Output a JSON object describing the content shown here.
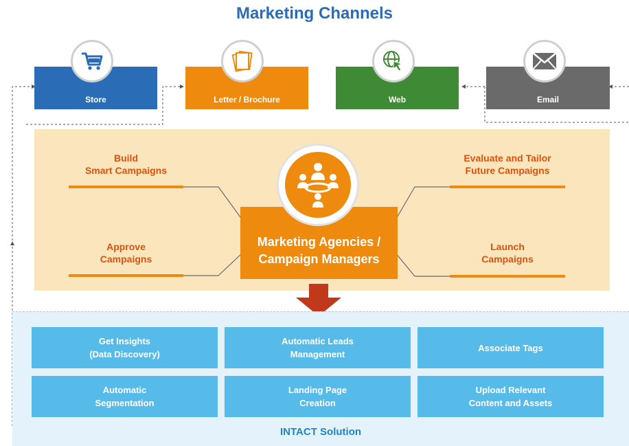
{
  "title": "Marketing Channels",
  "channels": [
    {
      "label": "Store",
      "icon": "cart-icon",
      "color": "#2a6db6"
    },
    {
      "label": "Letter / Brochure",
      "icon": "documents-icon",
      "color": "#ee8a0e"
    },
    {
      "label": "Web",
      "icon": "globe-cursor-icon",
      "color": "#3f8a34"
    },
    {
      "label": "Email",
      "icon": "envelope-icon",
      "color": "#6a6a6a"
    }
  ],
  "hub": {
    "line1": "Marketing Agencies /",
    "line2": "Campaign Managers",
    "icon": "team-meeting-icon"
  },
  "steps": {
    "build": {
      "line1": "Build",
      "line2": "Smart Campaigns"
    },
    "approve": {
      "line1": "Approve",
      "line2": "Campaigns"
    },
    "evaluate": {
      "line1": "Evaluate and Tailor",
      "line2": "Future Campaigns"
    },
    "launch": {
      "line1": "Launch",
      "line2": "Campaigns"
    }
  },
  "solution": {
    "label": "INTACT Solution",
    "tiles": [
      {
        "line1": "Get Insights",
        "line2": "(Data Discovery)"
      },
      {
        "line1": "Automatic Leads",
        "line2": "Management"
      },
      {
        "line1": "Associate Tags",
        "line2": ""
      },
      {
        "line1": "Automatic",
        "line2": "Segmentation"
      },
      {
        "line1": "Landing Page",
        "line2": "Creation"
      },
      {
        "line1": "Upload Relevant",
        "line2": "Content and Assets"
      }
    ]
  },
  "colors": {
    "title": "#2b6cb4",
    "workflow_bg": "#fbe5bc",
    "accent_orange": "#ee8a0e",
    "step_text": "#d9530f",
    "arrow": "#c0391b",
    "solution_bg": "#e4f2fb",
    "tile": "#57bbea",
    "solution_text": "#2184c6"
  }
}
